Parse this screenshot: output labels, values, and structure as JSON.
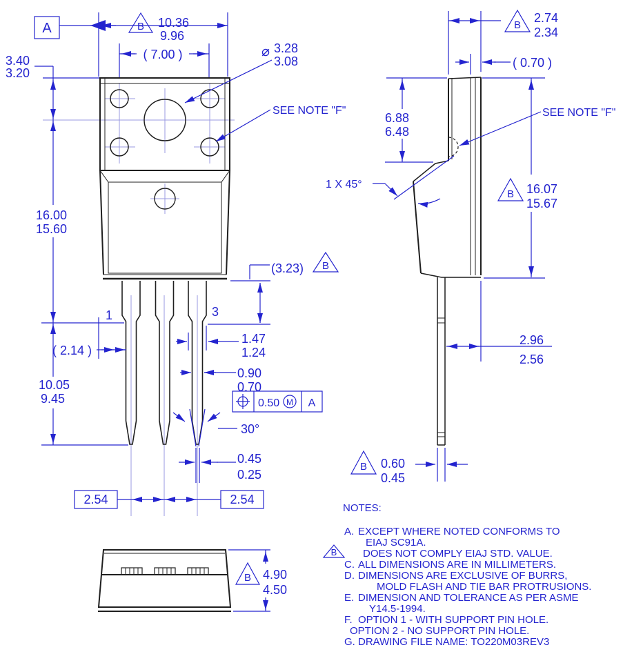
{
  "colors": {
    "annotation_blue": "#2424cf",
    "part_line": "#1f1f1f",
    "centerline": "#9a9ae0",
    "background": "#ffffff"
  },
  "flags": {
    "datum_b": "B"
  },
  "front_view": {
    "datum_a": "A",
    "width": {
      "max": "10.36",
      "min": "9.96"
    },
    "hole_pitch": "( 7.00 )",
    "hole_diameter": {
      "symbol": "⌀",
      "max": "3.28",
      "min": "3.08"
    },
    "see_note_f": "SEE NOTE \"F\"",
    "tab_to_hole": {
      "max": "3.40",
      "min": "3.20"
    },
    "body_height": {
      "max": "16.00",
      "min": "15.60"
    },
    "shoulder_length": "(3.23)",
    "lead_length": {
      "max": "10.05",
      "min": "9.45"
    },
    "edge_to_lead": "( 2.14 )",
    "lead_shoulder_width": {
      "max": "1.47",
      "min": "1.24"
    },
    "lead_width": {
      "max": "0.90",
      "min": "0.70"
    },
    "position_tolerance": {
      "value": "0.50",
      "modifier": "M",
      "datum": "A"
    },
    "tip_angle": "30°",
    "tip_width": {
      "max": "0.45",
      "min": "0.25"
    },
    "pitch_left": "2.54",
    "pitch_right": "2.54",
    "pin_1": "1",
    "pin_3": "3"
  },
  "side_view": {
    "thickness": {
      "max": "2.74",
      "min": "2.34"
    },
    "tab_offset": "( 0.70 )",
    "tab_height": {
      "max": "6.88",
      "min": "6.48"
    },
    "chamfer": "1 X 45°",
    "see_note_f": "SEE NOTE \"F\"",
    "overall_height": {
      "max": "16.07",
      "min": "15.67"
    },
    "lead_setback": {
      "max": "2.96",
      "min": "2.56"
    },
    "lead_thickness": {
      "max": "0.60",
      "min": "0.45"
    }
  },
  "bottom_view": {
    "body_thickness": {
      "max": "4.90",
      "min": "4.50"
    }
  },
  "notes": {
    "title": "NOTES:",
    "items": [
      {
        "marker": "A.",
        "text": "EXCEPT WHERE NOTED CONFORMS TO"
      },
      {
        "marker": "",
        "text": "EIAJ SC91A."
      },
      {
        "marker": "B",
        "text": "DOES NOT COMPLY EIAJ STD. VALUE."
      },
      {
        "marker": "C.",
        "text": "ALL DIMENSIONS ARE IN MILLIMETERS."
      },
      {
        "marker": "D.",
        "text": "DIMENSIONS ARE EXCLUSIVE OF BURRS,"
      },
      {
        "marker": "",
        "text": "MOLD FLASH AND TIE BAR PROTRUSIONS."
      },
      {
        "marker": "E.",
        "text": "DIMENSION AND TOLERANCE AS PER ASME"
      },
      {
        "marker": "",
        "text": "Y14.5-1994."
      },
      {
        "marker": "F.",
        "text": "OPTION 1 - WITH SUPPORT PIN HOLE."
      },
      {
        "marker": "",
        "text": "OPTION 2 - NO SUPPORT PIN HOLE."
      },
      {
        "marker": "G.",
        "text": "DRAWING FILE NAME: TO220M03REV3"
      }
    ]
  }
}
